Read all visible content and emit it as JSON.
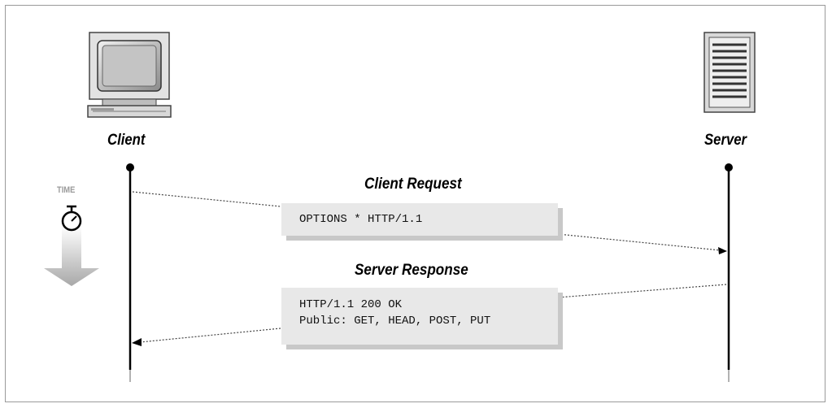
{
  "client": {
    "label": "Client",
    "icon": "computer-icon"
  },
  "server": {
    "label": "Server",
    "icon": "server-icon"
  },
  "time": {
    "label": "TIME",
    "icon": "stopwatch-icon"
  },
  "request": {
    "title": "Client Request",
    "lines": [
      "OPTIONS * HTTP/1.1"
    ]
  },
  "response": {
    "title": "Server Response",
    "lines": [
      "HTTP/1.1 200 OK",
      "Public: GET, HEAD, POST, PUT"
    ]
  }
}
